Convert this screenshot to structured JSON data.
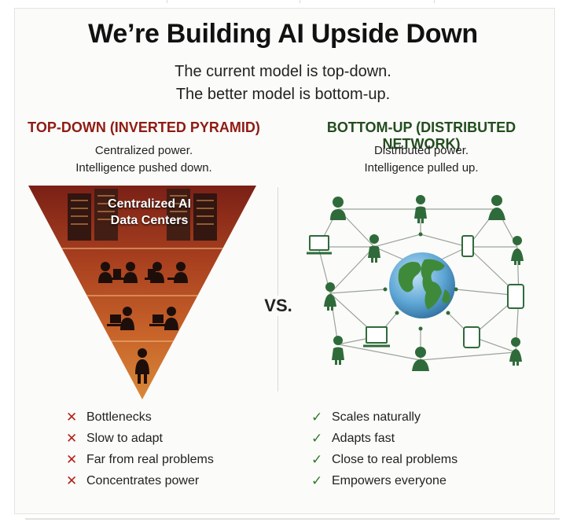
{
  "title": "We’re Building AI Upside Down",
  "subtitle_line1": "The current model is top-down.",
  "subtitle_line2": "The better model is bottom-up.",
  "left": {
    "heading": "TOP-DOWN (INVERTED PYRAMID)",
    "desc_line1": "Centralized power.",
    "desc_line2": "Intelligence pushed down.",
    "pyramid_label_line1": "Centralized AI",
    "pyramid_label_line2": "Data Centers",
    "items": [
      {
        "icon": "x-icon",
        "text": "Bottlenecks"
      },
      {
        "icon": "x-icon",
        "text": "Slow to adapt"
      },
      {
        "icon": "x-icon",
        "text": "Far from real problems"
      },
      {
        "icon": "x-icon",
        "text": "Concentrates power"
      }
    ]
  },
  "vs": "VS.",
  "right": {
    "heading": "BOTTOM-UP (DISTRIBUTED NETWORK)",
    "desc_line1": "Distributed power.",
    "desc_line2": "Intelligence pulled up.",
    "items": [
      {
        "icon": "check-icon",
        "text": "Scales naturally"
      },
      {
        "icon": "check-icon",
        "text": "Adapts fast"
      },
      {
        "icon": "check-icon",
        "text": "Close to real problems"
      },
      {
        "icon": "check-icon",
        "text": "Empowers everyone"
      }
    ]
  },
  "colors": {
    "left_accent": "#8f1b14",
    "right_accent": "#234d1f",
    "x_mark": "#b3221b",
    "check_mark": "#2f7a2a",
    "person_green": "#2f6b3a"
  },
  "marks": {
    "x": "✕",
    "check": "✓"
  }
}
